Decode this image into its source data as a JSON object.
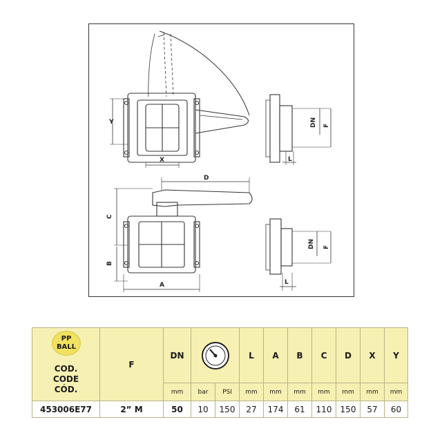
{
  "drawing": {
    "dim_y": "Y",
    "dim_x": "X",
    "dim_dn_top": "DN",
    "dim_f_top": "F",
    "dim_l_top": "L",
    "dim_d": "D",
    "dim_c": "C",
    "dim_b": "B",
    "dim_a": "A",
    "dim_dn_bottom": "DN",
    "dim_f_bottom": "F",
    "dim_l_bottom": "L"
  },
  "table": {
    "badge_line1": "PP",
    "badge_line2": "BALL",
    "code_line1": "COD.",
    "code_line2": "CODE",
    "code_line3": "CÓD.",
    "col_f": "F",
    "col_dn": "DN",
    "col_l": "L",
    "col_a": "A",
    "col_b": "B",
    "col_c": "C",
    "col_d": "D",
    "col_x": "X",
    "col_y": "Y",
    "unit_mm": "mm",
    "unit_bar": "bar",
    "unit_psi": "PSI",
    "row": {
      "code": "453006E77",
      "f": "2” M",
      "dn": "50",
      "bar": "10",
      "psi": "150",
      "l": "27",
      "a": "174",
      "b": "61",
      "c": "110",
      "d": "150",
      "x": "57",
      "y": "60"
    }
  }
}
